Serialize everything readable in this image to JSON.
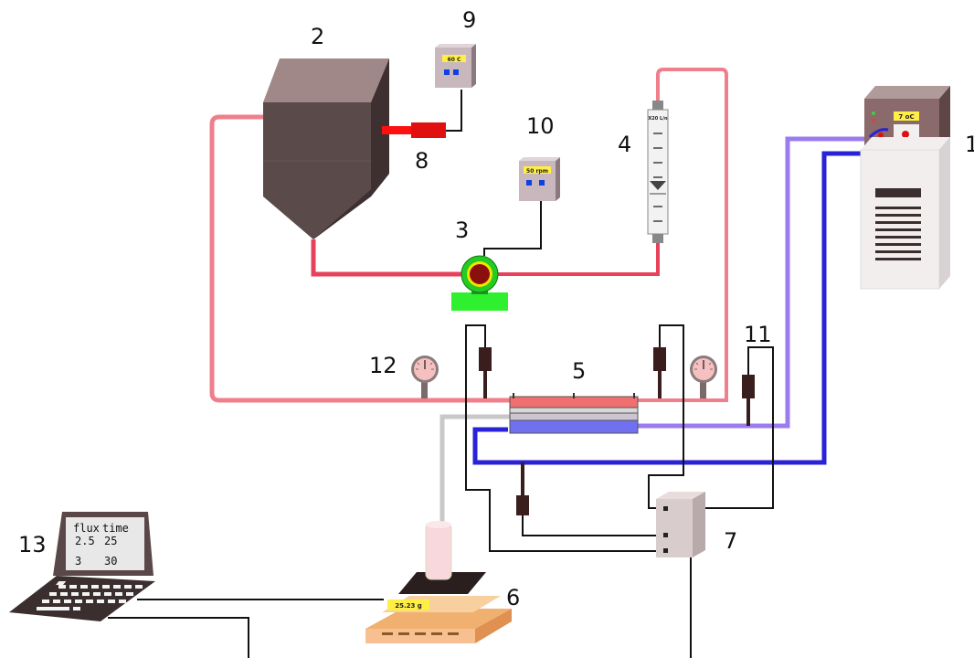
{
  "labels": {
    "chiller": "1",
    "feed_tank": "2",
    "pump": "3",
    "flowmeter": "4",
    "membrane_module": "5",
    "balance": "6",
    "data_logger": "7",
    "heater": "8",
    "heater_controller": "9",
    "pump_controller": "10",
    "temp_sensor": "11",
    "pressure_gauge": "12",
    "computer": "13"
  },
  "readouts": {
    "heater_controller": "60 C",
    "pump_controller": "50 rpm",
    "chiller": "7 oC",
    "flowmeter": "X20 L/n",
    "balance": "25.23 g"
  },
  "laptop_screen": {
    "header_flux": "flux",
    "header_time": "time",
    "row1_flux": "2.5",
    "row1_time": "25",
    "row2_flux": "3",
    "row2_time": "30"
  },
  "colors": {
    "hot_line": "#e8425a",
    "hot_line_light": "#f07f8c",
    "cold_line_light": "#9b7cf0",
    "cold_line_dark": "#2a22d6",
    "permeate_line": "#c8c8c8",
    "signal_wire": "#111111",
    "tank": "#5a4a4a",
    "pump_ring": "#22cc22",
    "pump_base": "#2ef02e"
  }
}
